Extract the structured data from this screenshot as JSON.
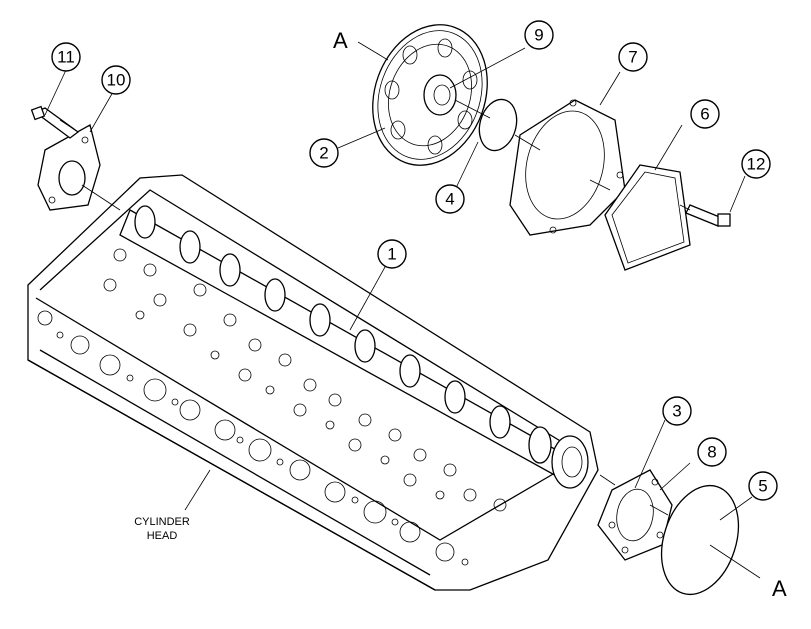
{
  "callouts": {
    "c1": "1",
    "c2": "2",
    "c3": "3",
    "c4": "4",
    "c5": "5",
    "c6": "6",
    "c7": "7",
    "c8": "8",
    "c9": "9",
    "c10": "10",
    "c11": "11",
    "c12": "12"
  },
  "references": {
    "top": "A",
    "bottom": "A"
  },
  "caption": {
    "line1": "CYLINDER",
    "line2": "HEAD"
  }
}
